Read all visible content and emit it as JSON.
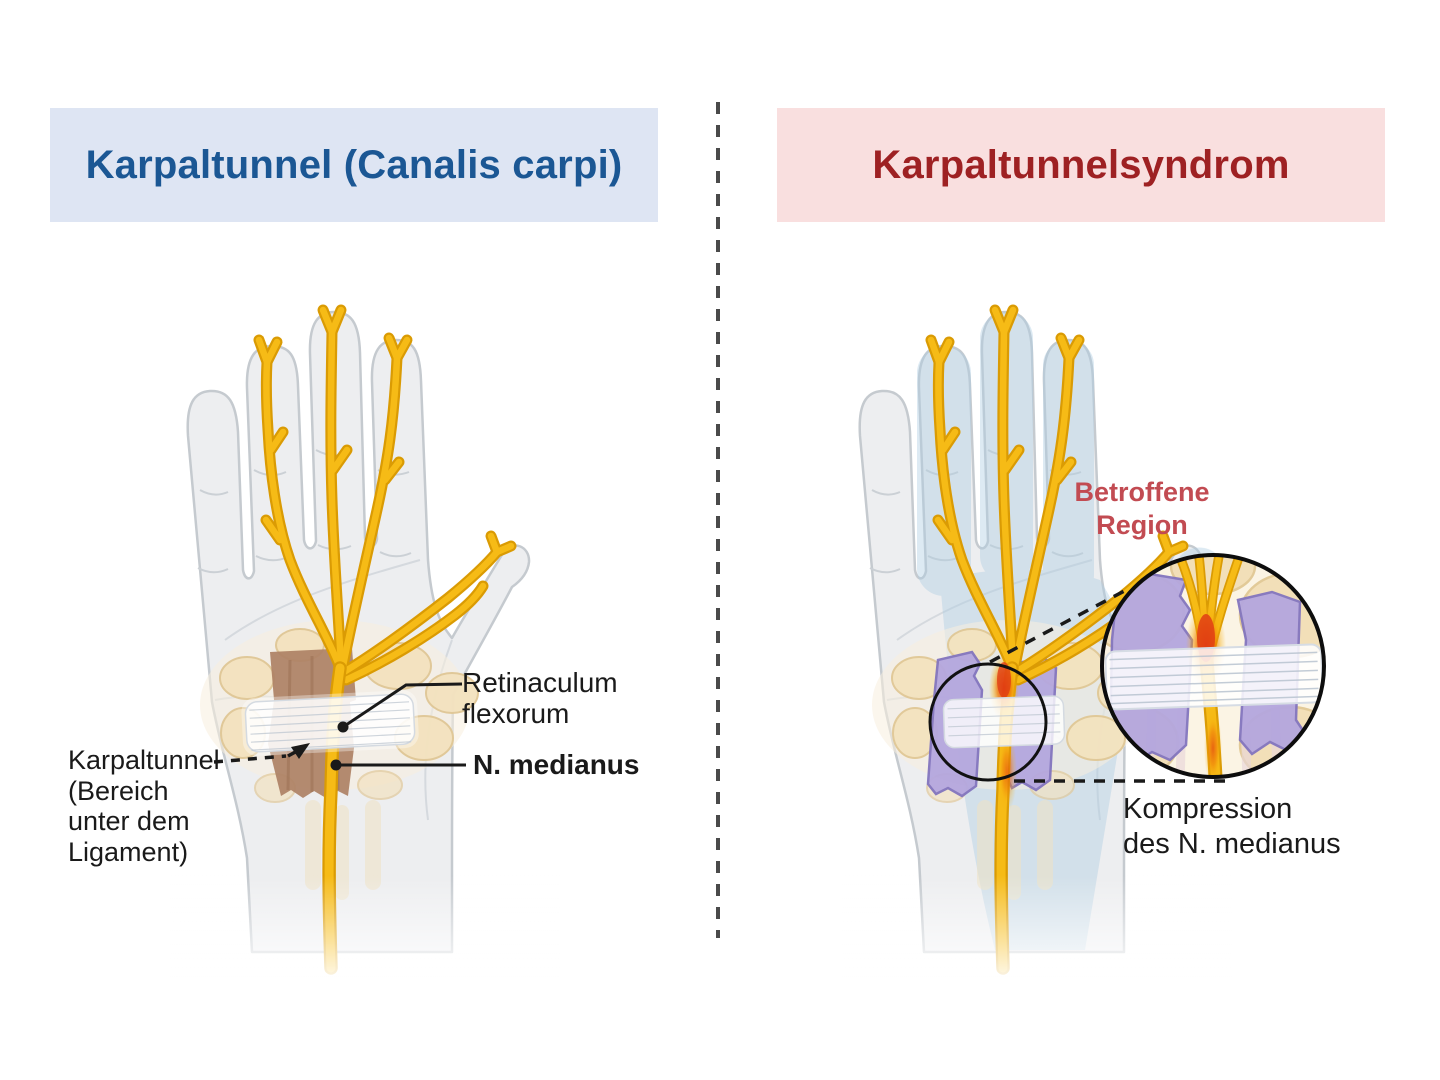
{
  "panels": {
    "left": {
      "title": "Karpaltunnel (Canalis carpi)",
      "title_color": "#1B5794",
      "header_bg": "#DEE5F3",
      "labels": {
        "retinaculum": "Retinaculum\nflexorum",
        "n_medianus": "N. medianus",
        "karpaltunnel": "Karpaltunnel\n(Bereich\nunter dem\nLigament)"
      }
    },
    "right": {
      "title": "Karpaltunnelsyndrom",
      "title_color": "#9E2123",
      "header_bg": "#F9DFDF",
      "labels": {
        "betroffene_region": "Betroffene\nRegion",
        "betroffene_color": "#C24B52",
        "kompression": "Kompression\ndes N. medianus"
      }
    }
  },
  "illustration": {
    "hand_fill": "#EDEEF0",
    "hand_outline": "#C5CACF",
    "nerve_color": "#F6BB16",
    "nerve_outline": "#DA9B04",
    "compression_color": "#E2390F",
    "muscle_color": "#B4A6DE",
    "bone_color": "#F2DFB8",
    "tendon_brown": "#AE8165",
    "retinaculum_band": "#FFFFFF",
    "affected_overlay": "#AFCEE3",
    "annotation_line_color": "#1A1A1A",
    "divider_color": "#4A4A4A"
  }
}
